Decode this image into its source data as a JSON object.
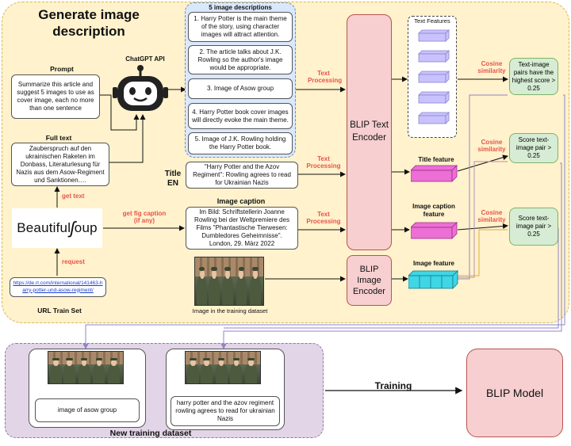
{
  "colors": {
    "main_region": "#fff2cc",
    "new_dataset_region": "#e1d5e7",
    "pink_box": "#f8cecc",
    "green_box": "#d5e8d4",
    "accent_red": "#ea6b66",
    "feature_purple": "#c3b9ff",
    "feature_pink": "#ea5fd2",
    "feature_cyan": "#35d0e0"
  },
  "header": {
    "title_line1": "Generate image",
    "title_line2": "description"
  },
  "descriptions": {
    "title": "5 image descriptions",
    "items": [
      "1. Harry Potter is the main theme of the story, using character images will attract attention.",
      "2. The article talks about J.K. Rowling so the author's image would be appropriate.",
      "3. Image of Asow group",
      "4. Harry Potter book cover images will directly evoke the main theme.",
      "5.  Image of J.K. Rowling holding the Harry Potter book."
    ]
  },
  "chatgpt": {
    "label": "ChatGPT API",
    "icon": "robot-icon"
  },
  "prompt": {
    "label": "Prompt",
    "text": "Summarize this article and suggest 5 images to use as cover image, each no more than one sentence"
  },
  "fulltext": {
    "label": "Full text",
    "text": "Zauberspruch auf den ukrainischen Raketen im Donbass, Literaturlesung für Nazis aus dem Asow-Regiment und Sanktionen…."
  },
  "arrows": {
    "get_text": "get text",
    "get_fig_caption_1": "get fig caption",
    "get_fig_caption_2": "(if any)",
    "request": "request",
    "text_processing_1": "Text",
    "text_processing_2": "Processing",
    "cosine_1": "Cosine",
    "cosine_2": "similarity",
    "training": "Training"
  },
  "beautifulsoup": {
    "label_a": "Beautiful",
    "label_b": "oup"
  },
  "url_train_set": {
    "url": "https://de.rt.com/international/141463-harry-potter-und-asow-regiment/",
    "label": "URL Train Set"
  },
  "title_en": {
    "label_1": "Title",
    "label_2": "EN",
    "text": "\"Harry Potter and the Azov Regiment\": Rowling agrees to read for Ukrainian Nazis"
  },
  "image_caption": {
    "label": "Image caption",
    "text": "Im Bild: Schriftstellerin Joanne Rowling bei der Weltpremiere des Films \"Phantastische Tierwesen: Dumbledores Geheimnisse\". London, 29. März 2022"
  },
  "training_image": {
    "label": "Image in the training dataset"
  },
  "blip_text_encoder": {
    "label": "BLIP Text Encoder"
  },
  "blip_image_encoder": {
    "label": "BLIP Image Encoder"
  },
  "features": {
    "text_features": "Text Features",
    "title_feature": "Title feature",
    "image_caption_feature": "Image caption feature",
    "image_feature": "Image feature"
  },
  "scores": {
    "text_image_pairs": "Text-image pairs have the highest score > 0.25",
    "score_pair_1": "Score text-image pair > 0.25",
    "score_pair_2": "Score text-image pair > 0.25"
  },
  "new_dataset": {
    "label": "New training dataset",
    "card1_caption": "image of asow group",
    "card2_caption": "harry potter and the azov regiment rowling agrees to read for ukrainian Nazis"
  },
  "blip_model": {
    "label": "BLIP Model"
  }
}
